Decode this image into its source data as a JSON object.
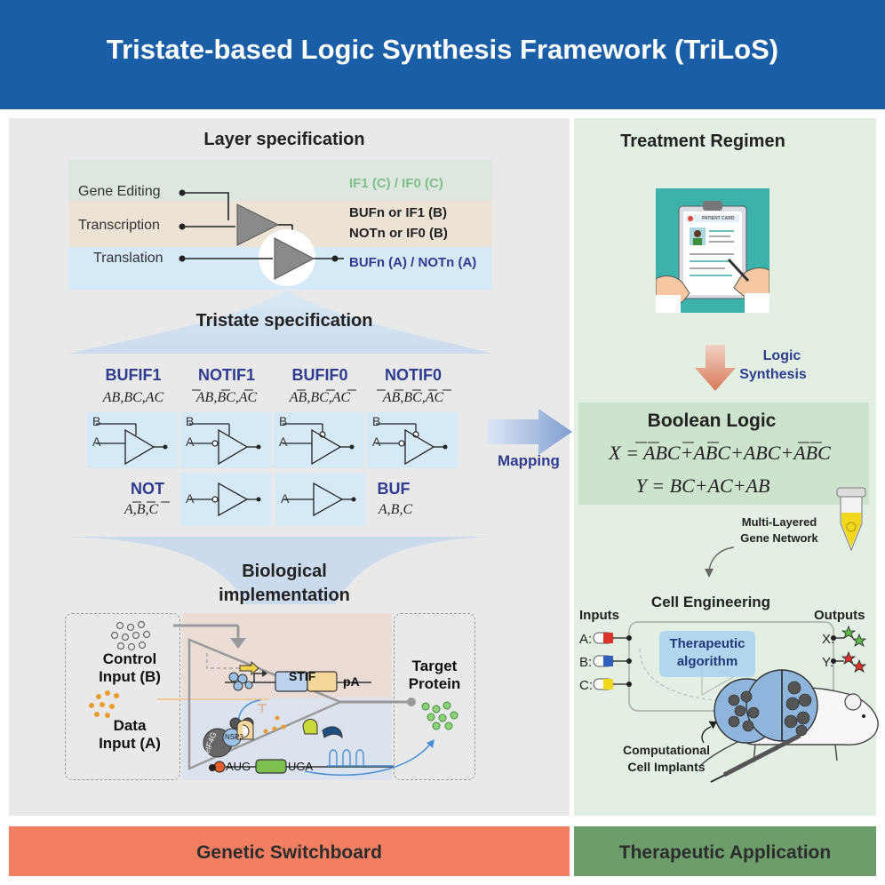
{
  "header": {
    "title": "Tristate-based Logic Synthesis Framework (TriLoS)"
  },
  "left": {
    "layer_title": "Layer specification",
    "layers": {
      "editing": "Gene Editing",
      "transcription": "Transcription",
      "translation": "Translation"
    },
    "layer_outputs": {
      "if_row": "IF1 (C) / IF0 (C)",
      "buf_row": "BUFn or IF1 (B)",
      "not_row": "NOTn or IF0 (B)",
      "trans_row": "BUFn (A) / NOTn (A)"
    },
    "tristate_title": "Tristate specification",
    "gates": [
      {
        "name": "BUFIF1",
        "expr": "AB,BC,AC"
      },
      {
        "name": "NOTIF1",
        "expr": "AB,BC,AC"
      },
      {
        "name": "BUFIF0",
        "expr": "AB,BC,AC"
      },
      {
        "name": "NOTIF0",
        "expr": "AB,BC,AC"
      }
    ],
    "not_gate": {
      "name": "NOT",
      "expr": "A,B,C"
    },
    "buf_gate": {
      "name": "BUF",
      "expr": "A,B,C"
    },
    "pin_labels": {
      "a": "A",
      "b": "B"
    },
    "bio_title_1": "Biological",
    "bio_title_2": "implementation",
    "control_input_1": "Control",
    "control_input_2": "Input (B)",
    "data_input_1": "Data",
    "data_input_2": "Input (A)",
    "target_1": "Target",
    "target_2": "Protein",
    "stif": "STIF",
    "pa": "pA",
    "aug": "AUG",
    "uga": "UGA",
    "eif4g": "eIF4G",
    "nsp3": "NSP3",
    "footer": "Genetic Switchboard"
  },
  "mapping": "Mapping",
  "right": {
    "treatment_title": "Treatment Regimen",
    "patient_card": "PATIENT CARD",
    "logic_synthesis_1": "Logic",
    "logic_synthesis_2": "Synthesis",
    "boolean_title": "Boolean Logic",
    "eq_x": "X = ABC+ABC+ABC+ABC",
    "eq_y": "Y = BC+AC+AB",
    "network_1": "Multi-Layered",
    "network_2": "Gene Network",
    "cell_engineering": "Cell Engineering",
    "inputs": "Inputs",
    "outputs": "Outputs",
    "input_a": "A:",
    "input_b": "B:",
    "input_c": "C:",
    "output_x": "X:",
    "output_y": "Y:",
    "algo_1": "Therapeutic",
    "algo_2": "algorithm",
    "implants_1": "Computational",
    "implants_2": "Cell Implants",
    "footer": "Therapeutic Application"
  },
  "colors": {
    "header_blue": "#1a5ea8",
    "gate_blue": "#2f3b8f",
    "footer_red": "#f37f63",
    "footer_green": "#6e9d6c",
    "green_text": "#7fbf8a"
  }
}
